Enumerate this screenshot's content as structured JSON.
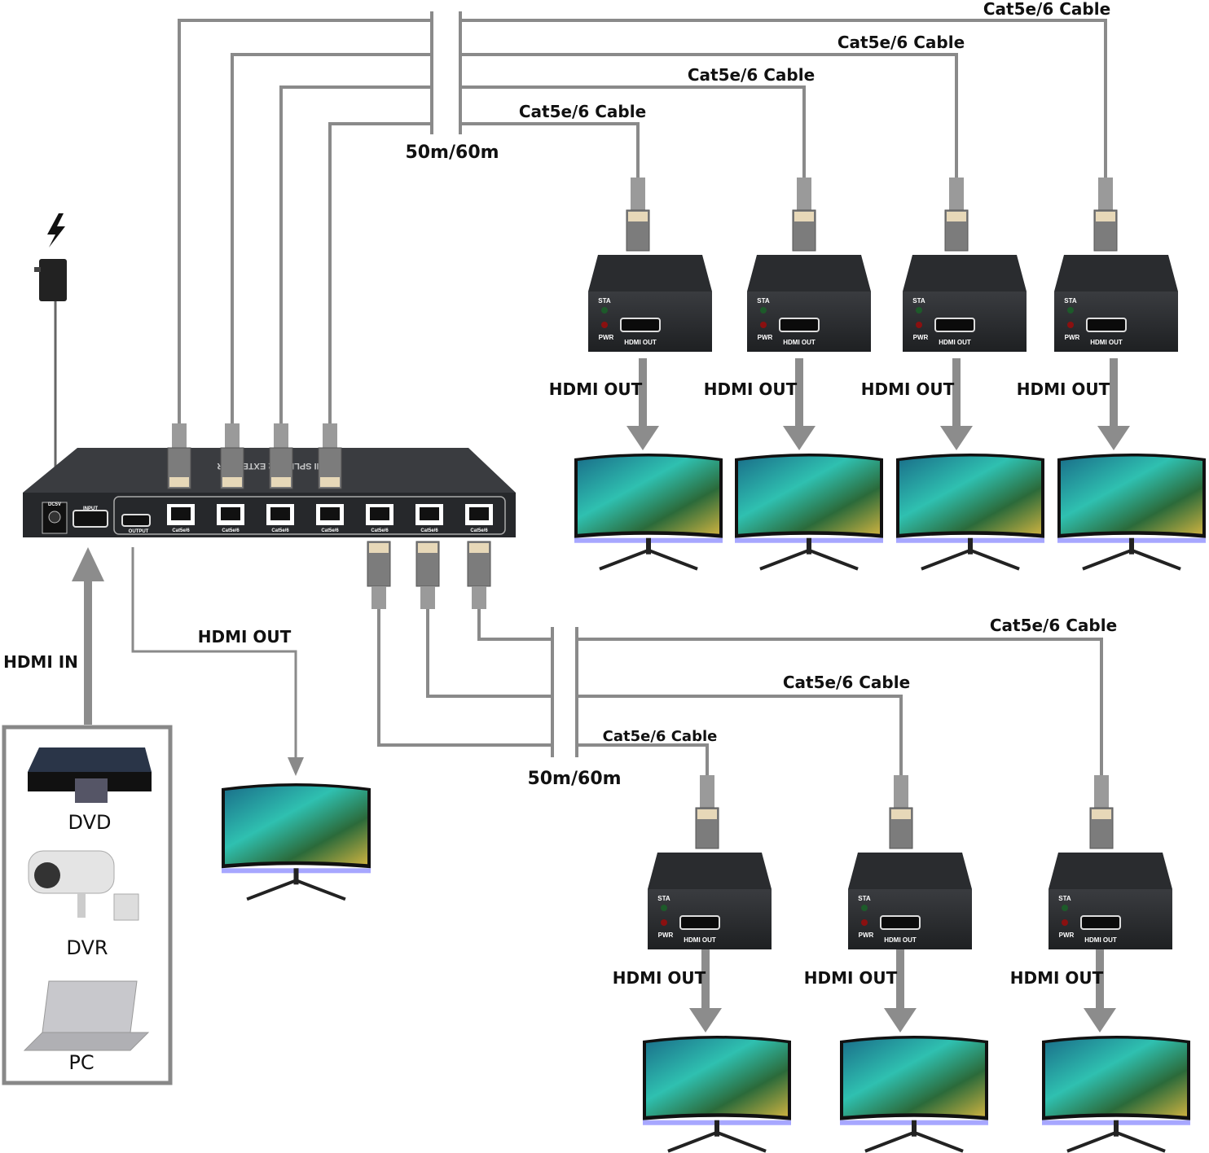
{
  "splitter": {
    "ports": {
      "power": "DC5V",
      "input": "INPUT",
      "output": "OUTPUT",
      "cat": "Cat5e/6"
    },
    "cat_port_count": 7,
    "top_label": "HDMI SPLITTER EXTENDER"
  },
  "labels": {
    "distance_top": "50m/60m",
    "distance_bottom": "50m/60m",
    "hdmi_in": "HDMI IN",
    "splitter_hdmi_out": "HDMI OUT"
  },
  "top_links": [
    {
      "cable": "Cat5e/6 Cable",
      "output": "HDMI OUT"
    },
    {
      "cable": "Cat5e/6 Cable",
      "output": "HDMI OUT"
    },
    {
      "cable": "Cat5e/6 Cable",
      "output": "HDMI OUT"
    },
    {
      "cable": "Cat5e/6 Cable",
      "output": "HDMI OUT"
    }
  ],
  "bottom_links": [
    {
      "cable": "Cat5e/6 Cable",
      "output": "HDMI OUT"
    },
    {
      "cable": "Cat5e/6 Cable",
      "output": "HDMI OUT"
    },
    {
      "cable": "Cat5e/6 Cable",
      "output": "HDMI OUT"
    }
  ],
  "receiver": {
    "sta": "STA",
    "pwr": "PWR",
    "port": "HDMI OUT"
  },
  "sources": [
    {
      "label": "DVD",
      "icon": "dvd-player-icon"
    },
    {
      "label": "DVR",
      "icon": "security-camera-icon"
    },
    {
      "label": "PC",
      "icon": "laptop-icon"
    }
  ],
  "colors": {
    "line": "#8a8a8a",
    "device": "#2b2d30",
    "arrow": "#8c8c8c"
  }
}
